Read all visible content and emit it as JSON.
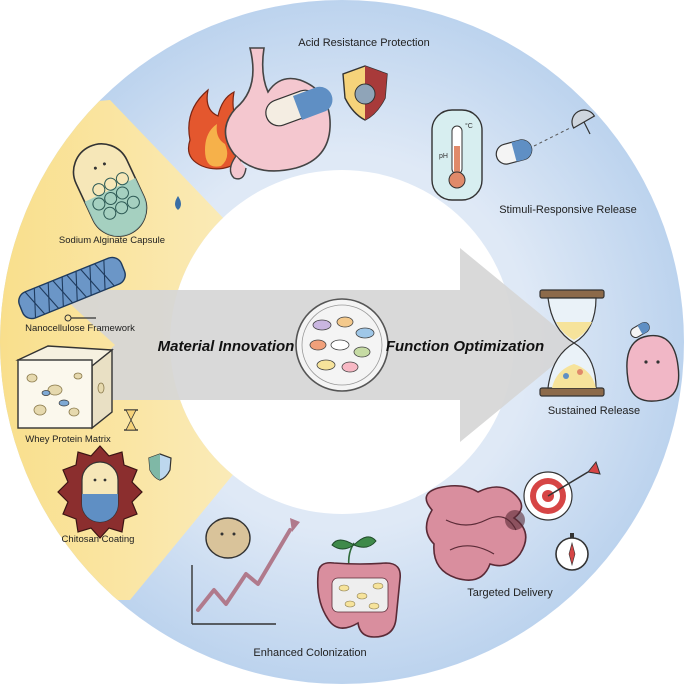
{
  "center": {
    "left_label": "Material Innovation",
    "right_label": "Function Optimization"
  },
  "materials": [
    {
      "label": "Sodium Alginate Capsule"
    },
    {
      "label": "Nanocellulose Framework"
    },
    {
      "label": "Whey Protein Matrix"
    },
    {
      "label": "Chitosan Coating"
    }
  ],
  "functions": [
    {
      "label": "Acid Resistance Protection"
    },
    {
      "label": "Stimuli-Responsive Release"
    },
    {
      "label": "Sustained Release"
    },
    {
      "label": "Targeted Delivery"
    },
    {
      "label": "Enhanced Colonization"
    }
  ],
  "icons": [
    "capsule-icon",
    "cellulose-tube-icon",
    "sponge-cube-icon",
    "hourglass-icon",
    "shield-icon",
    "spiky-capsule-icon",
    "stomach-icon",
    "fire-icon",
    "thermometer-icon",
    "satellite-icon",
    "target-icon",
    "compass-icon",
    "intestine-icon",
    "growth-chart-icon",
    "plant-icon",
    "petri-dish-icon"
  ],
  "colors": {
    "ring_blue": "#c9dcf1",
    "ring_yellow": "#f7e3a0",
    "arrow_gray": "#d9d9d9"
  }
}
